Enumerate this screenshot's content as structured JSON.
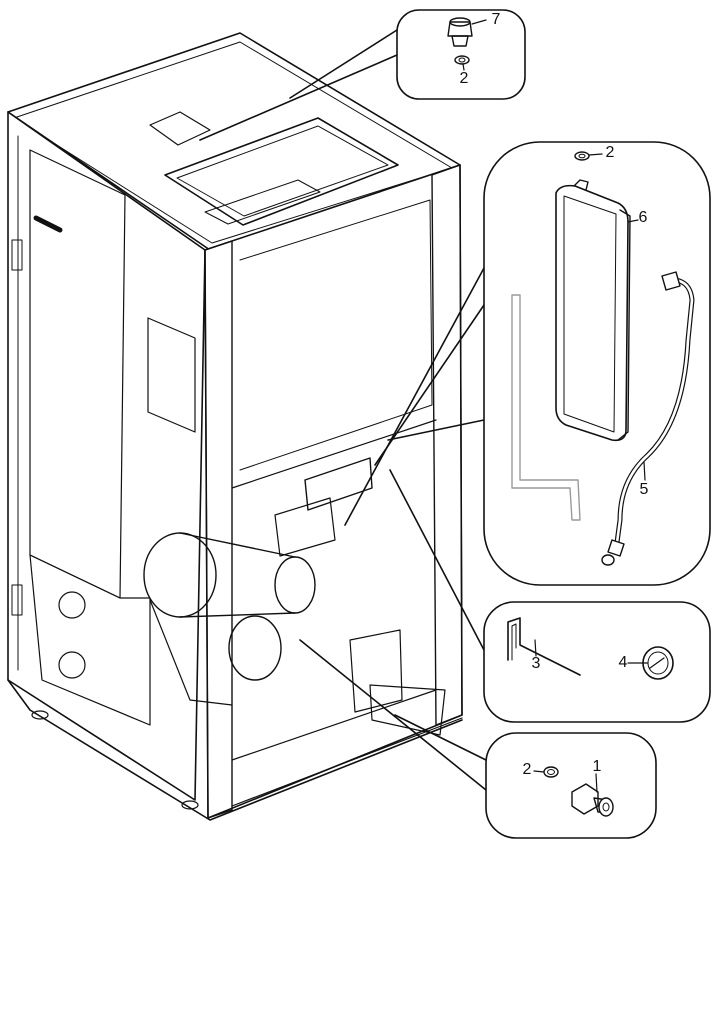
{
  "callouts": {
    "c1": "1",
    "c2_top": "2",
    "c2_expansion": "2",
    "c2_bottom": "2",
    "c3": "3",
    "c4": "4",
    "c5": "5",
    "c6": "6",
    "c7": "7"
  },
  "colors": {
    "line": "#111111",
    "grey": "#9a9a9a",
    "panel_fill": "#ffffff"
  }
}
